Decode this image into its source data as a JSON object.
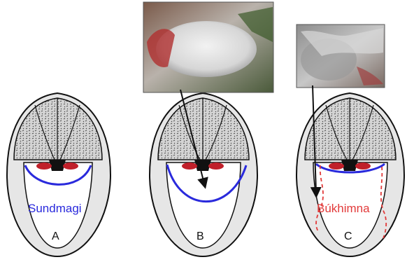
{
  "labels": {
    "a_panel": "A",
    "b_panel": "B",
    "c_panel": "C",
    "swim_bladder": "Sundmagi",
    "body_cavity_lining": "Búkhimna"
  },
  "colors": {
    "swim_bladder_line": "#2a2adc",
    "lining_line": "#e23a3a",
    "kidney_red": "#c0202a",
    "outline": "#111111",
    "muscle_fill": "#c9c9c9"
  },
  "photos": {
    "b_photo": "photo-of-opened-fish-with-swim-bladder",
    "c_photo": "photo-of-body-cavity-lining"
  }
}
